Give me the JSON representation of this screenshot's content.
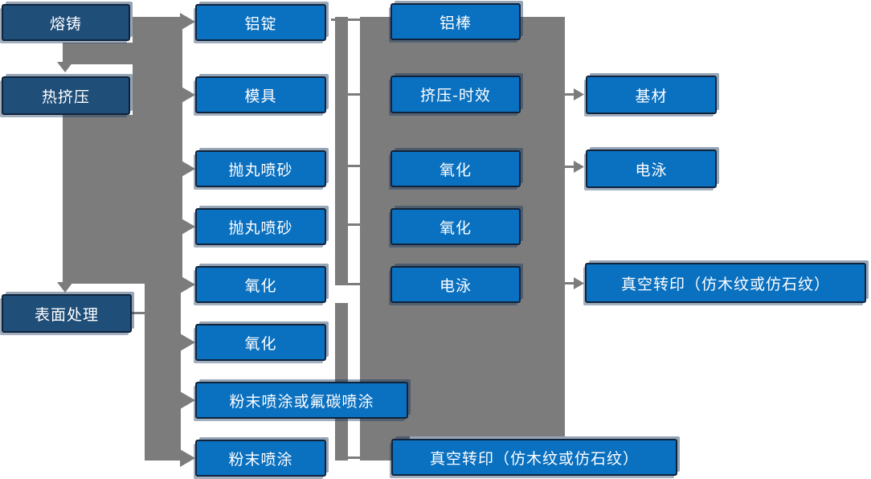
{
  "colors": {
    "stage_box": "#1F4E79",
    "process_box": "#0A70C0",
    "connector": "#7C7C7C",
    "box_border": "#10233B",
    "text": "#FFFFFF",
    "background": "#FFFFFF"
  },
  "nodes": {
    "rongzhu": "熔铸",
    "rejiya": "热挤压",
    "biaomian": "表面处理",
    "lvding": "铝锭",
    "moju": "模具",
    "paowan1": "抛丸喷砂",
    "paowan2": "抛丸喷砂",
    "yanghua1": "氧化",
    "yanghua2": "氧化",
    "fenmo_futan": "粉末喷涂或氟碳喷涂",
    "fenmo": "粉末喷涂",
    "lvbang": "铝棒",
    "jiya_shixiao": "挤压-时效",
    "yanghua3": "氧化",
    "yanghua4": "氧化",
    "dianyong1": "电泳",
    "zhenkong1": "真空转印（仿木纹或仿石纹）",
    "jicai": "基材",
    "dianyong2": "电泳",
    "zhenkong2": "真空转印（仿木纹或仿石纹）"
  }
}
